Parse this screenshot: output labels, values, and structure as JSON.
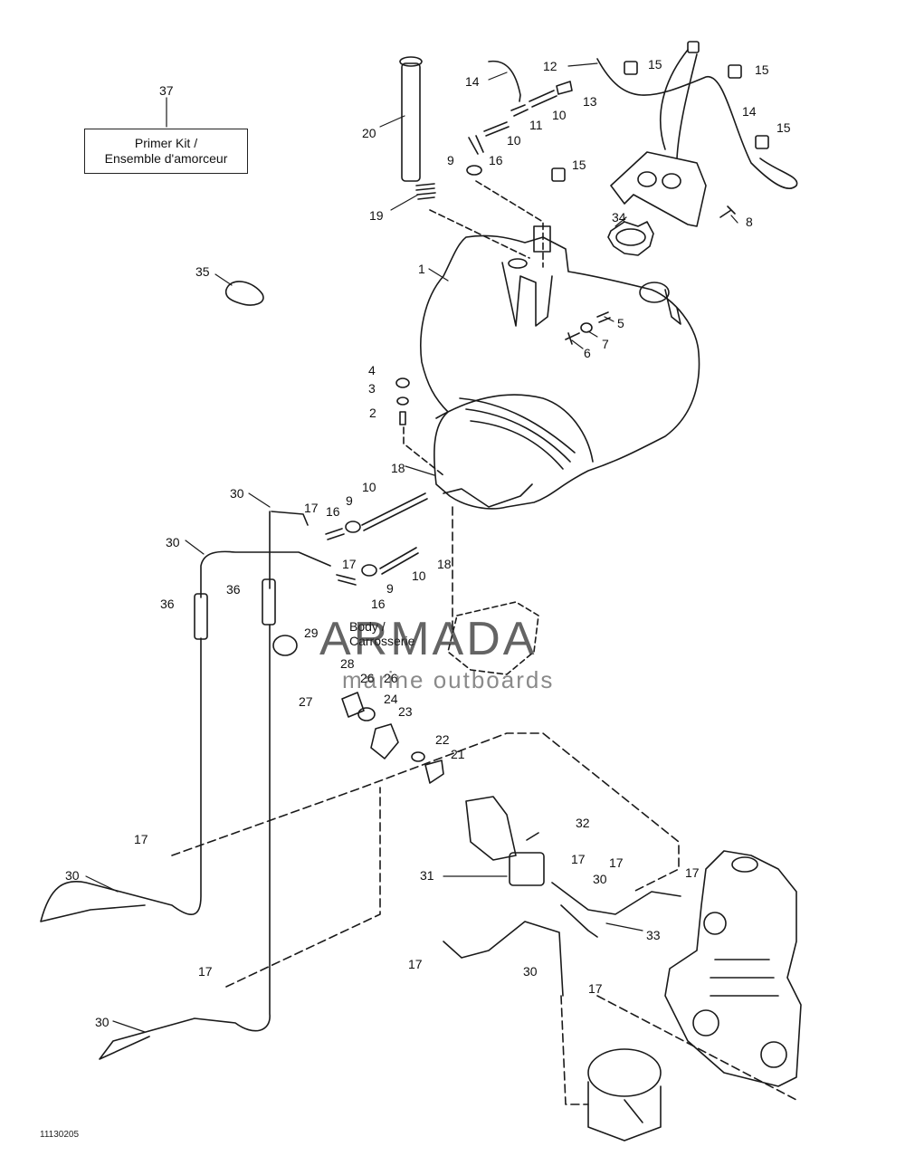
{
  "kit": {
    "line1": "Primer Kit /",
    "line2": "Ensemble d'amorceur"
  },
  "body_label": {
    "line1": "Body /",
    "line2": "Carrosserie"
  },
  "drawing_code": "11130205",
  "watermark": {
    "name": "ARMADA",
    "tagline": "marine outboards",
    "accent_color": "#e8a9c8"
  },
  "callouts": [
    "37",
    "20",
    "12",
    "14",
    "15",
    "15",
    "13",
    "10",
    "11",
    "14",
    "15",
    "10",
    "16",
    "9",
    "15",
    "19",
    "34",
    "8",
    "35",
    "1",
    "5",
    "7",
    "6",
    "4",
    "3",
    "2",
    "18",
    "30",
    "17",
    "16",
    "9",
    "10",
    "30",
    "17",
    "10",
    "18",
    "36",
    "36",
    "16",
    "9",
    "29",
    "28",
    "27",
    "26",
    "26",
    "24",
    "23",
    "22",
    "21",
    "17",
    "32",
    "17",
    "17",
    "31",
    "30",
    "17",
    "30",
    "33",
    "17",
    "30",
    "17",
    "17",
    "30"
  ]
}
